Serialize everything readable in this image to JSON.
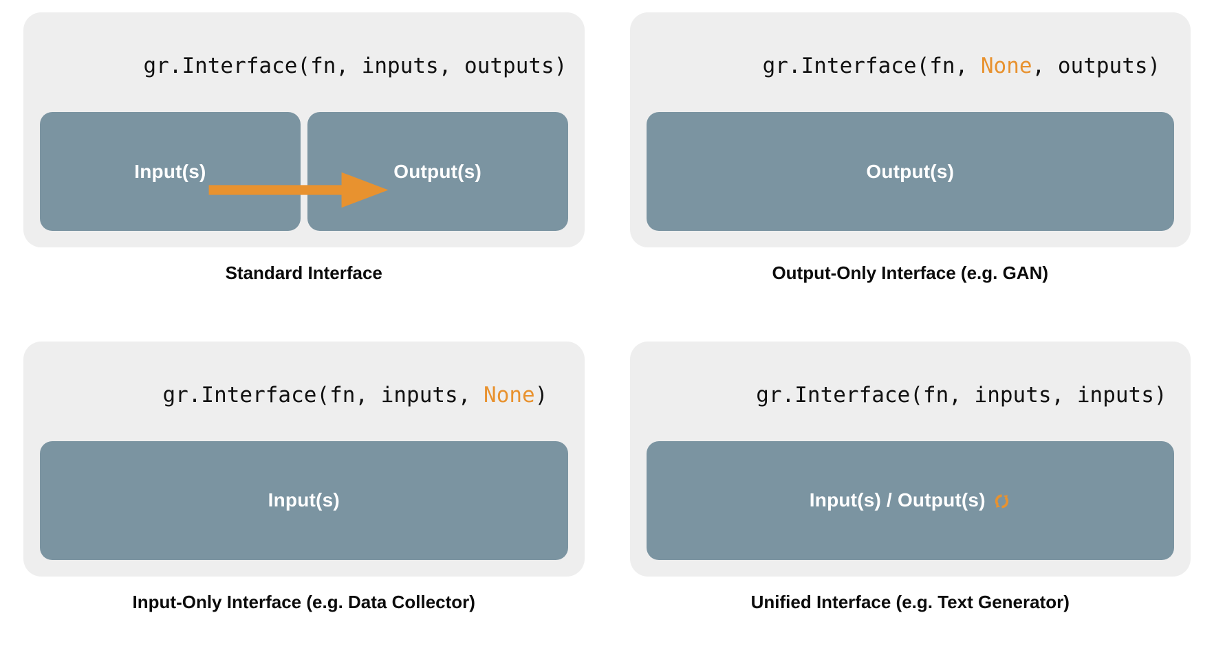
{
  "colors": {
    "page_background": "#ffffff",
    "panel_background": "#eeeeee",
    "box_fill": "#7b94a1",
    "accent_orange": "#e8922f",
    "code_text": "#111111",
    "box_label_text": "#ffffff",
    "caption_text": "#0b0b0b"
  },
  "panels": [
    {
      "id": "standard-interface",
      "code": {
        "prefix": "gr.Interface(fn, inputs, outputs)",
        "segments": [
          {
            "text": "gr.Interface(fn, inputs, outputs)",
            "style": "normal"
          }
        ]
      },
      "boxes": [
        {
          "label": "Input(s)",
          "name": "input-box"
        },
        {
          "label": "Output(s)",
          "name": "output-box"
        }
      ],
      "arrow": {
        "visible": true,
        "direction": "left-to-right",
        "color": "#e8922f"
      },
      "caption": "Standard Interface"
    },
    {
      "id": "output-only-interface",
      "code": {
        "segments": [
          {
            "text": "gr.Interface(fn, ",
            "style": "normal"
          },
          {
            "text": "None",
            "style": "none-keyword"
          },
          {
            "text": ", outputs)",
            "style": "normal"
          }
        ]
      },
      "boxes": [
        {
          "label": "Output(s)",
          "name": "output-box"
        }
      ],
      "arrow": {
        "visible": false
      },
      "caption": "Output-Only Interface (e.g. GAN)"
    },
    {
      "id": "input-only-interface",
      "code": {
        "segments": [
          {
            "text": "gr.Interface(fn, inputs, ",
            "style": "normal"
          },
          {
            "text": "None",
            "style": "none-keyword"
          },
          {
            "text": ")",
            "style": "normal"
          }
        ]
      },
      "boxes": [
        {
          "label": "Input(s)",
          "name": "input-box"
        }
      ],
      "arrow": {
        "visible": false
      },
      "caption": "Input-Only Interface (e.g. Data Collector)"
    },
    {
      "id": "unified-interface",
      "code": {
        "segments": [
          {
            "text": "gr.Interface(fn, inputs, inputs)",
            "style": "normal"
          }
        ]
      },
      "boxes": [
        {
          "label": "Input(s) / Output(s)",
          "name": "unified-box",
          "icon": "sync-icon"
        }
      ],
      "arrow": {
        "visible": false
      },
      "caption": "Unified Interface (e.g. Text Generator)"
    }
  ]
}
